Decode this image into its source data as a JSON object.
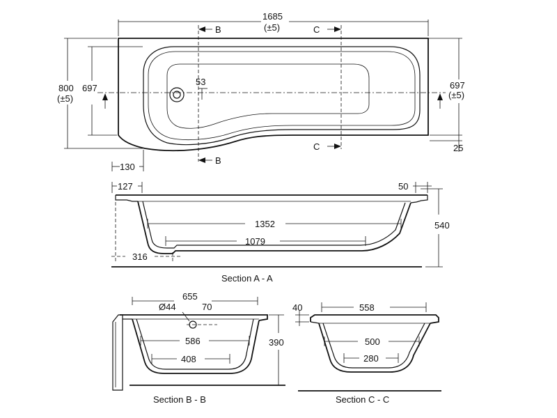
{
  "plan": {
    "overall_length": "1685",
    "overall_length_tol": "(±5)",
    "width_left": "800",
    "width_left_tol": "(±5)",
    "inner_left": "697",
    "inner_right": "697",
    "inner_right_tol": "(±5)",
    "waste_offset": "53",
    "rim_height": "25",
    "curve_offset": "130",
    "section_b": "B",
    "section_c": "C"
  },
  "section_a": {
    "left_rim": "127",
    "right_rim": "50",
    "top_length": "1352",
    "bottom_length": "1079",
    "depth": "540",
    "waste_pos": "316",
    "caption": "Section A - A"
  },
  "section_b": {
    "width": "655",
    "waste_dia": "Ø44",
    "waste_off": "70",
    "mid_width": "586",
    "bottom_width": "408",
    "depth": "390",
    "caption": "Section B - B"
  },
  "section_c": {
    "rim": "40",
    "width": "558",
    "mid_width": "500",
    "bottom_width": "280",
    "caption": "Section C - C"
  }
}
